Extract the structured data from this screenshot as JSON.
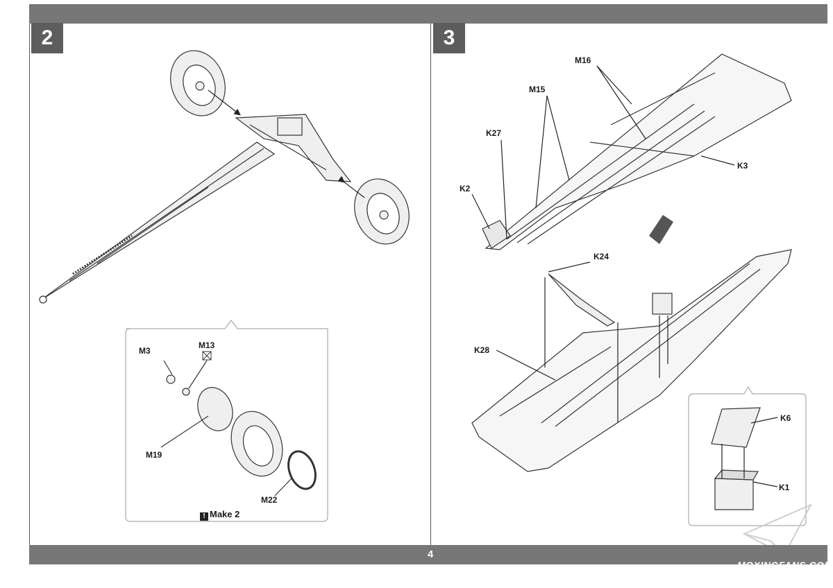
{
  "page": {
    "number": "4"
  },
  "steps": [
    {
      "number": "2"
    },
    {
      "number": "3"
    }
  ],
  "step2_detail": {
    "labels": {
      "m3": "M3",
      "m13": "M13",
      "m19": "M19",
      "m22": "M22"
    },
    "note_icon": "exclamation-icon",
    "note": "Make 2"
  },
  "step3": {
    "labels": {
      "m16": "M16",
      "m15": "M15",
      "k27": "K27",
      "k2": "K2",
      "k3": "K3",
      "k24": "K24",
      "k28": "K28",
      "k6": "K6",
      "k1": "K1"
    }
  },
  "watermark": "MOXINGFANS.COM",
  "colors": {
    "bar": "#777777",
    "badge": "#5d5d5d",
    "part_fill": "#efefef",
    "line": "#333333"
  }
}
